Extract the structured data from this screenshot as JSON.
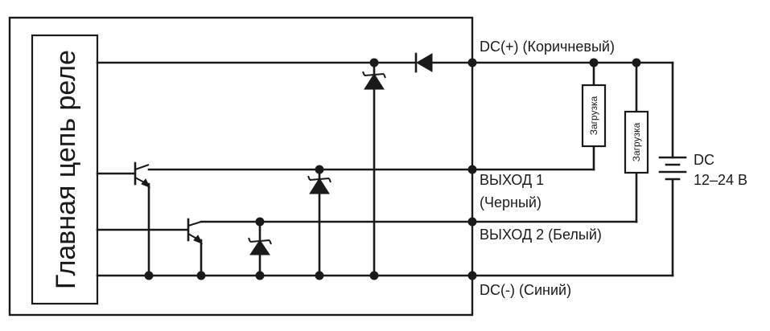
{
  "diagram": {
    "block_label": "Главная цепь реле",
    "dc_plus_label": "DC(+) (Коричневый)",
    "output1_line1": "ВЫХОД 1",
    "output1_line2": "(Черный)",
    "output2_label": "ВЫХОД 2 (Белый)",
    "dc_minus_label": "DC(-) (Синий)",
    "supply_line1": "DC",
    "supply_line2": "12–24 В",
    "load1_label": "Загрузка",
    "load2_label": "Загрузка"
  }
}
